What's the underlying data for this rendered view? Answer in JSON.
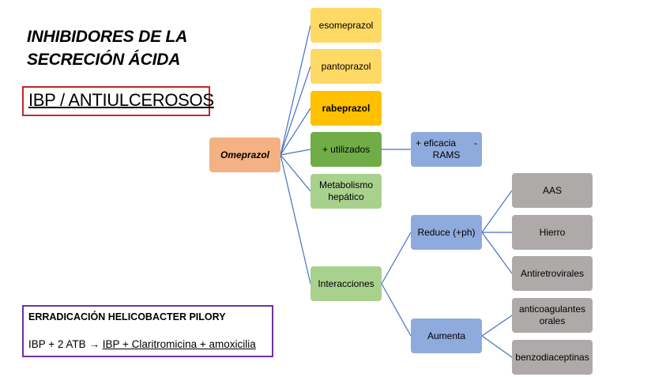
{
  "title": {
    "line1": "INHIBIDORES DE LA",
    "line2": "SECRECIÓN ÁCIDA"
  },
  "subtitle": "IBP / ANTIULCEROSOS",
  "helicobacter": {
    "title": "ERRADICACIÓN HELICOBACTER PILORY",
    "prefix": "IBP + 2 ATB",
    "arrow": "→",
    "regimen": "IBP + Claritromicina + amoxicilia"
  },
  "diagram": {
    "root": "Omeprazol",
    "children": {
      "esomeprazol": "esomeprazol",
      "pantoprazol": "pantoprazol",
      "rabeprazol": "rabeprazol",
      "utilizados": "+ utilizados",
      "metabolismo": "Metabolismo hepático",
      "interacciones": "Interacciones"
    },
    "utilizados_child": {
      "left": "+ eficacia",
      "right": "-",
      "bottom": "RAMS"
    },
    "interacciones_children": {
      "reduce": "Reduce (+ph)",
      "aumenta": "Aumenta"
    },
    "reduce_children": [
      "AAS",
      "Hierro",
      "Antiretrovirales"
    ],
    "aumenta_children": [
      "anticoagulantes orales",
      "benzodiaceptinas"
    ]
  },
  "colors": {
    "connector": "#4472c4",
    "root": "#f4b183",
    "yellow_light": "#ffd966",
    "yellow_dark": "#ffc000",
    "green_dark": "#70ad47",
    "green_light": "#a9d18e",
    "blue": "#8faadc",
    "gray": "#aeaaaa",
    "red_border": "#c0282d",
    "purple_border": "#7030a0"
  }
}
